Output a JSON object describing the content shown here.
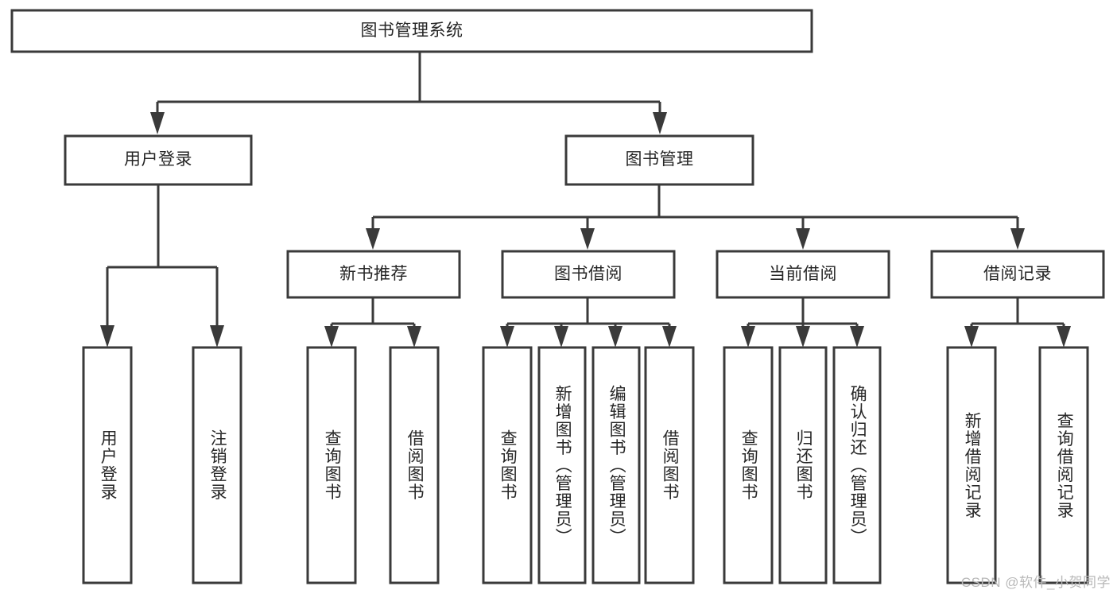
{
  "diagram": {
    "type": "tree-hierarchy-chart",
    "title": "图书管理系统",
    "levels": 4,
    "line_color": "#3a3a3a",
    "box_fill": "#ffffff",
    "text_color": "#262626",
    "root": {
      "id": "root",
      "label": "图书管理系统"
    },
    "level2": [
      {
        "id": "user-login",
        "label": "用户登录"
      },
      {
        "id": "book-management",
        "label": "图书管理"
      }
    ],
    "level3": [
      {
        "id": "new-book-recommend",
        "label": "新书推荐",
        "parent": "book-management"
      },
      {
        "id": "book-borrow",
        "label": "图书借阅",
        "parent": "book-management"
      },
      {
        "id": "current-borrow",
        "label": "当前借阅",
        "parent": "book-management"
      },
      {
        "id": "borrow-record",
        "label": "借阅记录",
        "parent": "book-management"
      }
    ],
    "leaves": [
      {
        "id": "leaf-user-login",
        "label": "用户登录",
        "parent": "user-login"
      },
      {
        "id": "leaf-logout-login",
        "label": "注销登录",
        "parent": "user-login"
      },
      {
        "id": "leaf-query-book-1",
        "label": "查询图书",
        "parent": "new-book-recommend"
      },
      {
        "id": "leaf-borrow-book-1",
        "label": "借阅图书",
        "parent": "new-book-recommend"
      },
      {
        "id": "leaf-query-book-2",
        "label": "查询图书",
        "parent": "book-borrow"
      },
      {
        "id": "leaf-add-book-admin",
        "label": "新增图书（管理员）",
        "parent": "book-borrow"
      },
      {
        "id": "leaf-edit-book-admin",
        "label": "编辑图书（管理员）",
        "parent": "book-borrow"
      },
      {
        "id": "leaf-borrow-book-2",
        "label": "借阅图书",
        "parent": "book-borrow"
      },
      {
        "id": "leaf-query-book-3",
        "label": "查询图书",
        "parent": "current-borrow"
      },
      {
        "id": "leaf-return-book",
        "label": "归还图书",
        "parent": "current-borrow"
      },
      {
        "id": "leaf-confirm-return-admin",
        "label": "确认归还（管理员）",
        "parent": "current-borrow"
      },
      {
        "id": "leaf-add-borrow-record",
        "label": "新增借阅记录",
        "parent": "borrow-record"
      },
      {
        "id": "leaf-query-borrow-record",
        "label": "查询借阅记录",
        "parent": "borrow-record"
      }
    ]
  },
  "watermark": {
    "text": "CSDN @软件_小贺同学"
  }
}
